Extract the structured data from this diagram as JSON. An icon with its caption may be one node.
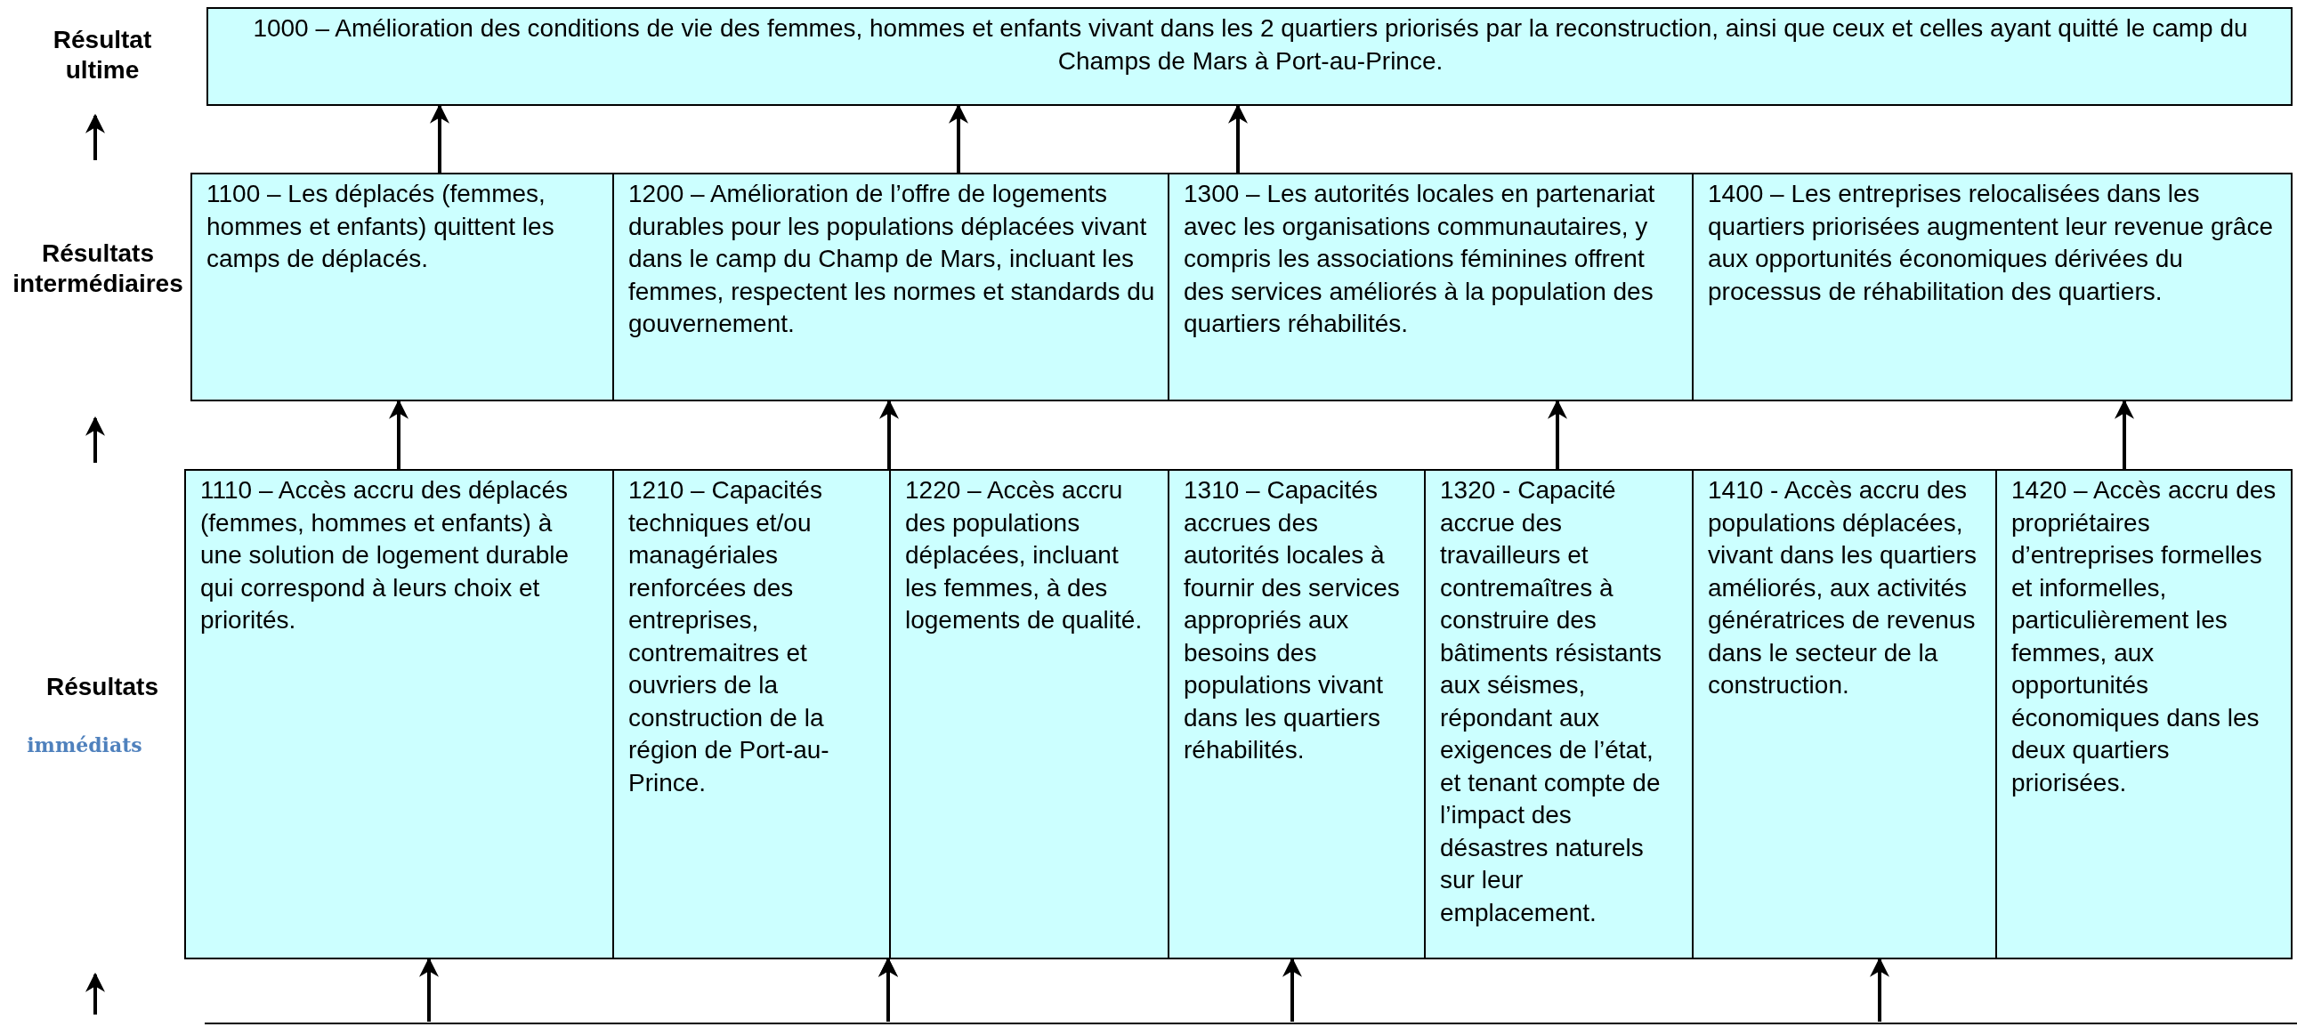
{
  "diagram": {
    "nodes": [
      {
        "text": [
          "1000 – Amélioration des conditions de vie des femmes, hommes et enfants vivant dans les 2 quartiers priorisés par la reconstruction, ainsi que ceux et celles ayant quitté le camp du Champs de Mars à Port-au-Prince."
        ]
      },
      {
        "text": [
          "1100 – Les déplacés (femmes, hommes et enfants) quittent les camps de déplacés."
        ]
      },
      {
        "text": [
          "1200 – Amélioration de l’offre de logements durables pour les populations déplacées vivant dans le camp du Champ de Mars, incluant les femmes, respectent les normes et standards du gouvernement."
        ]
      },
      {
        "text": [
          "1300 – Les autorités locales en partenariat avec les organisations communautaires, y compris les associations féminines offrent des services améliorés à la population des quartiers réhabilités."
        ]
      },
      {
        "text": [
          "1400 – Les entreprises relocalisées dans les quartiers priorisées augmentent leur revenue grâce aux opportunités économiques dérivées du processus de réhabilitation des quartiers."
        ]
      },
      {
        "text": [
          "1110 – Accès accru des déplacés (femmes, hommes et enfants) à une solution de logement durable qui correspond à leurs choix et priorités."
        ]
      },
      {
        "text": [
          "1210 – Capacités techniques et/ou managériales renforcées des entreprises, contremaitres et ouvriers de la construction de la région de Port-au-Prince."
        ]
      },
      {
        "text": [
          "1220 – Accès accru des populations déplacées, incluant les femmes, à des logements de qualité."
        ]
      },
      {
        "text": [
          "1310 – Capacités accrues des autorités locales à fournir des services appropriés aux besoins des populations vivant dans les quartiers réhabilités."
        ]
      },
      {
        "text": [
          "1320 - Capacité accrue des travailleurs et contremaîtres à construire des bâtiments résistants aux séismes, répondant aux exigences de l’état, et tenant compte de l’impact des désastres naturels sur leur emplacement."
        ]
      },
      {
        "text": [
          "1410 - Accès accru des populations déplacées, vivant dans les quartiers améliorés, aux activités génératrices de revenus dans le secteur de la construction."
        ]
      },
      {
        "text": [
          "1420 – Accès accru des propriétaires d’entreprises formelles et informelles, particulièrement les femmes, aux opportunités économiques dans les deux quartiers priorisées."
        ]
      }
    ],
    "edges": [
      {
        "from": 1,
        "to": 0,
        "arrow": "to"
      },
      {
        "from": 2,
        "to": 0,
        "arrow": "to"
      },
      {
        "from": 3,
        "to": 0,
        "arrow": "to"
      },
      {
        "from": 5,
        "to": 1,
        "arrow": "to"
      },
      {
        "from": 6,
        "to": 2,
        "arrow": "to"
      },
      {
        "from": 7,
        "to": 2,
        "arrow": "to"
      },
      {
        "from": 9,
        "to": 3,
        "arrow": "to"
      },
      {
        "from": 11,
        "to": 4,
        "arrow": "to"
      },
      {
        "from": null,
        "to": 5,
        "arrow": "to"
      },
      {
        "from": null,
        "to": 6,
        "arrow": "to"
      },
      {
        "from": null,
        "to": 7,
        "arrow": "to"
      },
      {
        "from": null,
        "to": 8,
        "arrow": "to"
      },
      {
        "from": null,
        "to": 10,
        "arrow": "to"
      }
    ],
    "labels": [
      "Résultat ultime",
      "Résultats intermédiaires",
      "Résultats",
      "immédiats"
    ]
  }
}
